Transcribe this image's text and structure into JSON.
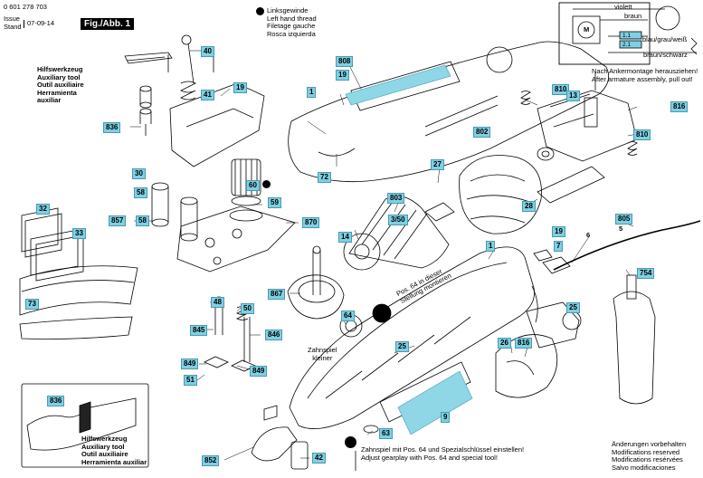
{
  "header": {
    "part_number": "0 601 278 703",
    "issue_label": "Issue",
    "stand_label": "Stand",
    "date": "07-09-14",
    "figure": "Fig./Abb. 1"
  },
  "thread_note": [
    "Linksgewinde",
    "Left hand thread",
    "Filetage gauche",
    "Rosca izquierda"
  ],
  "helper_tool_top": [
    "Hilfswerkzeug",
    "Auxiliary tool",
    "Outil auxiliaire",
    "Herramienta",
    "auxiliar"
  ],
  "helper_tool_bottom": [
    "Hilfswerkzeug",
    "Auxiliary tool",
    "Outil auxiliaire",
    "Herramienta auxiliar"
  ],
  "armature_note": [
    "Nach Ankermontage herausziehen!",
    "After armature assembly, pull out!"
  ],
  "pos64_note": [
    "Pos. 64 in dieser",
    "Stellung montieren"
  ],
  "zahnspiel_small": [
    "Zahnspiel",
    "kleiner"
  ],
  "gearplay_note": [
    "Zahnspiel mit Pos. 64 und Spezialschlüssel einstellen!",
    "Adjust gearplay with Pos. 64 and special tool!"
  ],
  "modifications": [
    "Änderungen vorbehalten",
    "Modifications reserved",
    "Modifications resérvées",
    "Salvo modificaciones"
  ],
  "wiring": {
    "violett": "violett",
    "braun": "braun",
    "blau": "blau/grau/weiß",
    "braun_schwarz": "braun/schwarz",
    "motor": "M",
    "terminals": [
      "1.1",
      "2.1"
    ]
  },
  "part_tags": {
    "p40": "40",
    "p19a": "19",
    "p41": "41",
    "p836a": "836",
    "p30": "30",
    "p60": "60",
    "p59": "59",
    "p58a": "58",
    "p857": "857",
    "p58b": "58",
    "p870": "870",
    "p32": "32",
    "p33": "33",
    "p73": "73",
    "p48": "48",
    "p50": "50",
    "p845": "845",
    "p846": "846",
    "p849a": "849",
    "p849b": "849",
    "p51": "51",
    "p836b": "836",
    "p852": "852",
    "p42": "42",
    "p63": "63",
    "p9": "9",
    "p1a": "1",
    "p19b": "19",
    "p808": "808",
    "p72": "72",
    "p27": "27",
    "p802": "802",
    "p803": "803",
    "p350": "3/50",
    "p14": "14",
    "p867": "867",
    "p64": "64",
    "p1b": "1",
    "p25a": "25",
    "p26": "26",
    "p816a": "816",
    "p25b": "25",
    "p19c": "19",
    "p7": "7",
    "p6": "6",
    "p805": "805",
    "p5": "5",
    "p754": "754",
    "p28": "28",
    "p810a": "810",
    "p13": "13",
    "p816b": "816",
    "p810b": "810"
  }
}
